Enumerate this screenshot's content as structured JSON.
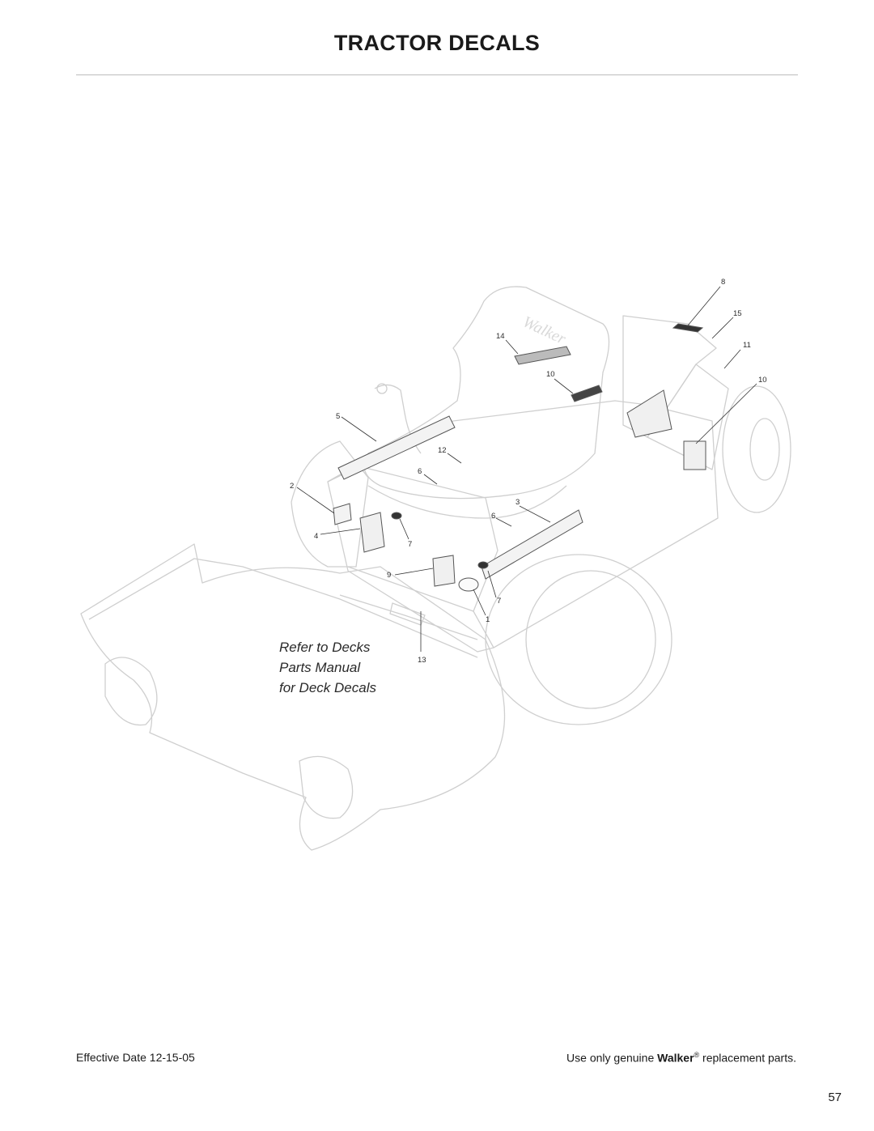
{
  "page": {
    "title": "TRACTOR DECALS",
    "note_lines": [
      "Refer to Decks",
      "Parts Manual",
      "for Deck Decals"
    ],
    "footer": {
      "effective_date": "Effective Date 12-15-05",
      "parts_prefix": "Use only genuine ",
      "parts_brand": "Walker",
      "parts_mark": "®",
      "parts_suffix": " replacement parts."
    },
    "page_number": "57"
  },
  "figure": {
    "callouts": [
      {
        "id": "c8",
        "label": "8"
      },
      {
        "id": "c15",
        "label": "15"
      },
      {
        "id": "c11",
        "label": "11"
      },
      {
        "id": "c10a",
        "label": "10"
      },
      {
        "id": "c10b",
        "label": "10"
      },
      {
        "id": "c14",
        "label": "14"
      },
      {
        "id": "c5",
        "label": "5"
      },
      {
        "id": "c12",
        "label": "12"
      },
      {
        "id": "c6a",
        "label": "6"
      },
      {
        "id": "c2",
        "label": "2"
      },
      {
        "id": "c3",
        "label": "3"
      },
      {
        "id": "c6b",
        "label": "6"
      },
      {
        "id": "c4",
        "label": "4"
      },
      {
        "id": "c7a",
        "label": "7"
      },
      {
        "id": "c9",
        "label": "9"
      },
      {
        "id": "c7b",
        "label": "7"
      },
      {
        "id": "c1",
        "label": "1"
      },
      {
        "id": "c13",
        "label": "13"
      }
    ],
    "seat_logo": "Walker"
  }
}
